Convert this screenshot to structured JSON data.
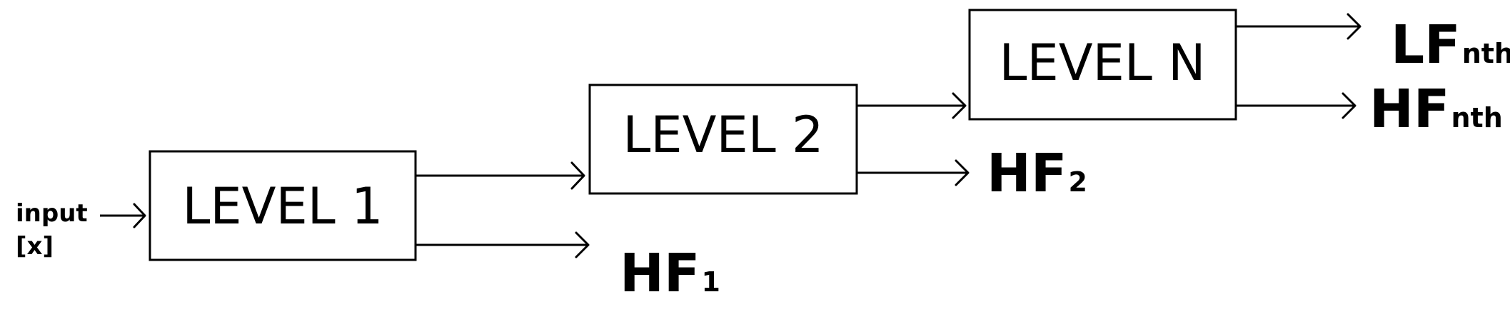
{
  "input": {
    "line1": "input",
    "line2": "[x]"
  },
  "levels": [
    {
      "label": "LEVEL 1"
    },
    {
      "label": "LEVEL 2"
    },
    {
      "label": "LEVEL N"
    }
  ],
  "outputs": {
    "hf1": {
      "main": "HF",
      "sub": "1"
    },
    "hf2": {
      "main": "HF",
      "sub": "2"
    },
    "hfn": {
      "main": "HF",
      "sub": "nth"
    },
    "lfn": {
      "main": "LF",
      "sub": "nth"
    }
  }
}
